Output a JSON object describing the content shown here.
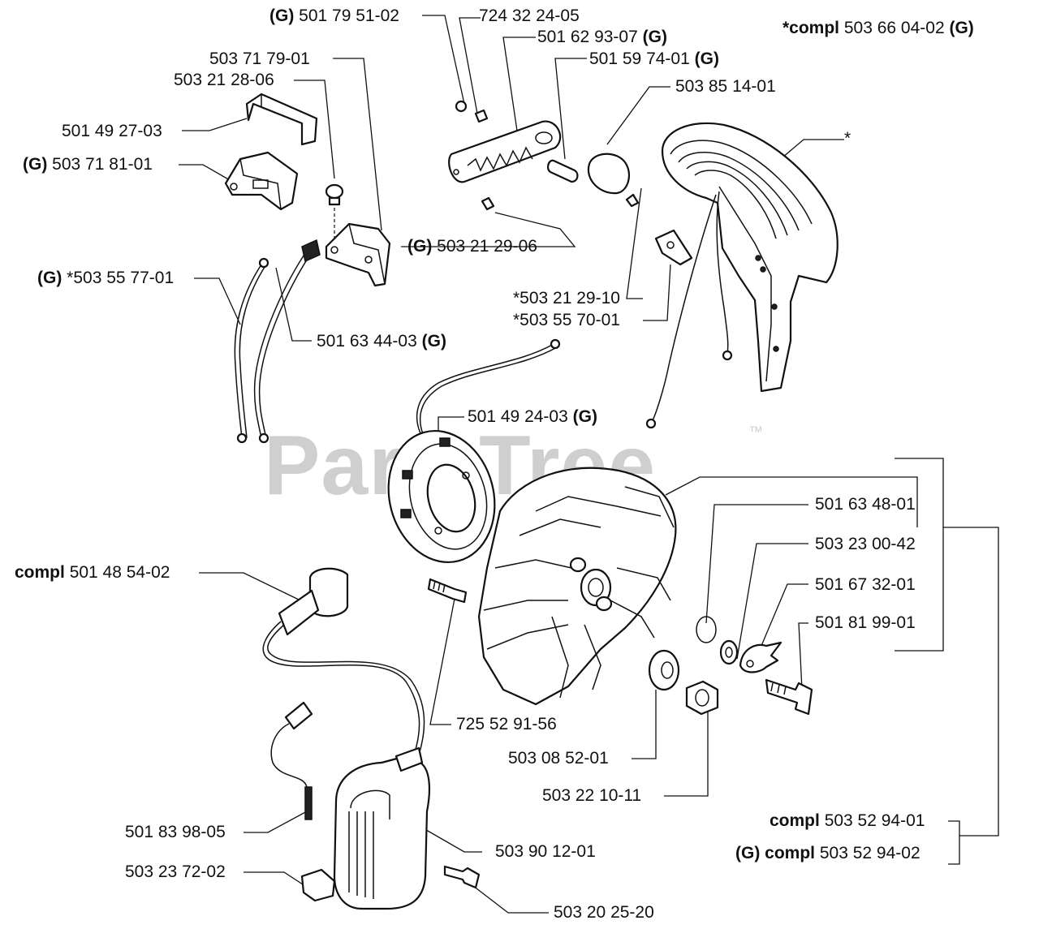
{
  "watermark": {
    "text": "PartsTree",
    "trademark": "™"
  },
  "labels": {
    "l_501795102": {
      "prefix": "(G)",
      "part": "501 79 51-02",
      "suffix": ""
    },
    "l_724322405": {
      "prefix": "",
      "part": "724 32 24-05",
      "suffix": ""
    },
    "l_501629307": {
      "prefix": "",
      "part": "501 62 93-07",
      "suffix": "(G)"
    },
    "l_501597401": {
      "prefix": "",
      "part": "501 59 74-01",
      "suffix": "(G)"
    },
    "l_503851401": {
      "prefix": "",
      "part": "503 85 14-01",
      "suffix": ""
    },
    "l_compl503660402": {
      "prefix": "*compl",
      "part": "503 66 04-02",
      "suffix": "(G)"
    },
    "l_star": {
      "prefix": "",
      "part": "*",
      "suffix": ""
    },
    "l_503717901": {
      "prefix": "",
      "part": "503 71 79-01",
      "suffix": ""
    },
    "l_503212806": {
      "prefix": "",
      "part": "503 21 28-06",
      "suffix": ""
    },
    "l_501492703": {
      "prefix": "",
      "part": "501 49 27-03",
      "suffix": ""
    },
    "l_503718101": {
      "prefix": "(G)",
      "part": "503 71 81-01",
      "suffix": ""
    },
    "l_503212906": {
      "prefix": "(G)",
      "part": "503 21 29-06",
      "suffix": ""
    },
    "l_503557701": {
      "prefix": "(G)",
      "part": "*503 55 77-01",
      "suffix": ""
    },
    "l_503212910": {
      "prefix": "",
      "part": "*503 21 29-10",
      "suffix": ""
    },
    "l_503557001": {
      "prefix": "",
      "part": "*503 55 70-01",
      "suffix": ""
    },
    "l_501634403": {
      "prefix": "",
      "part": "501 63 44-03",
      "suffix": "(G)"
    },
    "l_501492403": {
      "prefix": "",
      "part": "501 49 24-03",
      "suffix": "(G)"
    },
    "l_501634801": {
      "prefix": "",
      "part": "501 63 48-01",
      "suffix": ""
    },
    "l_503230042": {
      "prefix": "",
      "part": "503 23 00-42",
      "suffix": ""
    },
    "l_501673201": {
      "prefix": "",
      "part": "501 67 32-01",
      "suffix": ""
    },
    "l_501819901": {
      "prefix": "",
      "part": "501 81 99-01",
      "suffix": ""
    },
    "l_compl501485402": {
      "prefix": "compl",
      "part": "501 48 54-02",
      "suffix": ""
    },
    "l_725529156": {
      "prefix": "",
      "part": "725 52 91-56",
      "suffix": ""
    },
    "l_503085201": {
      "prefix": "",
      "part": "503 08 52-01",
      "suffix": ""
    },
    "l_503221011": {
      "prefix": "",
      "part": "503 22 10-11",
      "suffix": ""
    },
    "l_compl503529401": {
      "prefix": "compl",
      "part": "503 52 94-01",
      "suffix": ""
    },
    "l_compl503529402": {
      "prefix": "(G) compl",
      "part": "503 52 94-02",
      "suffix": ""
    },
    "l_501839805": {
      "prefix": "",
      "part": "501 83 98-05",
      "suffix": ""
    },
    "l_503901201": {
      "prefix": "",
      "part": "503 90 12-01",
      "suffix": ""
    },
    "l_503237202": {
      "prefix": "",
      "part": "503 23 72-02",
      "suffix": ""
    },
    "l_503202520": {
      "prefix": "",
      "part": "503 20 25-20",
      "suffix": ""
    }
  }
}
